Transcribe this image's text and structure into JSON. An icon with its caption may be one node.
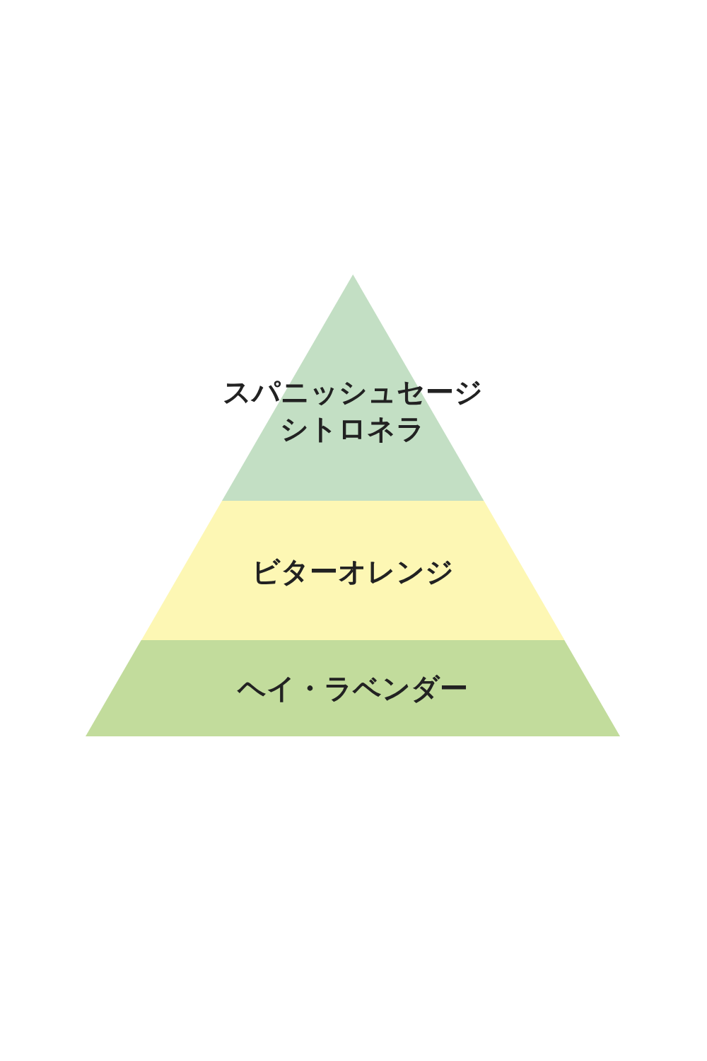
{
  "diagram": {
    "nodes": [
      {
        "text": [
          "スパニッシュセージ",
          "シトロネラ"
        ]
      },
      {
        "text": [
          "ビターオレンジ"
        ]
      },
      {
        "text": [
          "ヘイ・ラベンダー"
        ]
      }
    ]
  }
}
